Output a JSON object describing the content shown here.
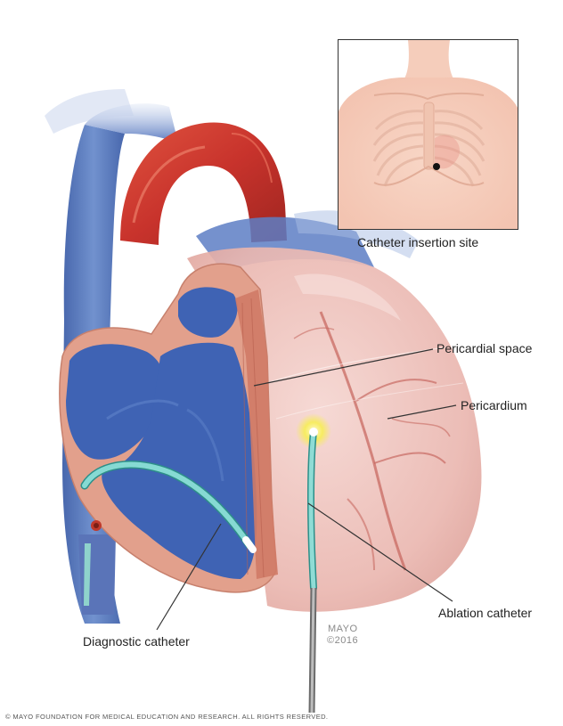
{
  "labels": {
    "inset_caption": "Catheter insertion site",
    "pericardial_space": "Pericardial space",
    "pericardium": "Pericardium",
    "ablation_catheter": "Ablation catheter",
    "diagnostic_catheter": "Diagnostic catheter"
  },
  "brand": {
    "name": "MAYO",
    "year": "©2016"
  },
  "copyright": "© MAYO FOUNDATION FOR MEDICAL EDUCATION AND RESEARCH. ALL RIGHTS RESERVED.",
  "colors": {
    "vessel_blue": "#4a6ab0",
    "chamber_blue": "#3f63b4",
    "aorta_red": "#c8332c",
    "myocardium": "#e4a08d",
    "pericardium_pink": "#f1c9c4",
    "catheter_teal": "#7fd3cc",
    "leader_line": "#333333"
  }
}
